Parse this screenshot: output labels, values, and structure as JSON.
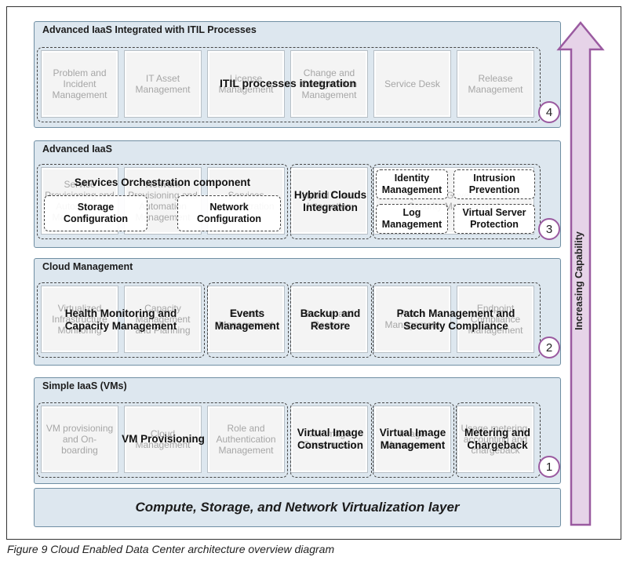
{
  "layers": {
    "itil": {
      "title": "Advanced IaaS Integrated with ITIL Processes",
      "tiles": [
        "Problem and Incident Management",
        "IT Asset Management",
        "License Management",
        "Change and Configuration Management",
        "Service Desk",
        "Release Management"
      ],
      "overlay": "ITIL processes integration",
      "badge": "4"
    },
    "advanced": {
      "title": "Advanced IaaS",
      "tiles": [
        "Service Provisioning and Automation Management",
        "Network Provisioning and Automation Management",
        "Services Orchestration",
        "Hybrid Cloud Integration",
        "Compliance, Governance and Security Management"
      ],
      "orchestration": "Services Orchestration component",
      "storage": "Storage Configuration",
      "network": "Network Configuration",
      "hybrid": "Hybrid Clouds Integration",
      "identity": "Identity Management",
      "intrusion": "Intrusion Prevention",
      "log": "Log Management",
      "vserver": "Virtual Server Protection",
      "badge": "3"
    },
    "cloud": {
      "title": "Cloud Management",
      "tiles": [
        "Virtualized Infrastructure Monitoring",
        "Capacity Management and Planning",
        "Events Management",
        "Backup and Restore",
        "Patch Management",
        "Endpoint Compliance Management"
      ],
      "health": "Health Monitoring and Capacity Management",
      "events": "Events Management",
      "backup": "Backup and Restore",
      "patch": "Patch Management and Security Compliance",
      "badge": "2"
    },
    "simple": {
      "title": "Simple IaaS (VMs)",
      "tiles": [
        "VM provisioning and On-boarding",
        "Cloud Management",
        "Role and Authentication Management",
        "VM Image Construction",
        "Image Management",
        "Usage metering, accounting and chargeback"
      ],
      "vmprov": "VM Provisioning",
      "vimage": "Virtual Image Construction",
      "vimgmgmt": "Virtual Image Management",
      "metering": "Metering and Chargeback",
      "badge": "1"
    }
  },
  "base_layer": "Compute, Storage, and Network Virtualization layer",
  "arrow_label": "Increasing Capability",
  "caption": "Figure 9   Cloud Enabled Data Center architecture overview diagram",
  "colors": {
    "layer_fill": "#dde7ef",
    "layer_border": "#6f8ea3",
    "arrow_fill": "#e6d3e8",
    "arrow_stroke": "#9a5aa0",
    "ghost_text": "#a6a6a6"
  }
}
